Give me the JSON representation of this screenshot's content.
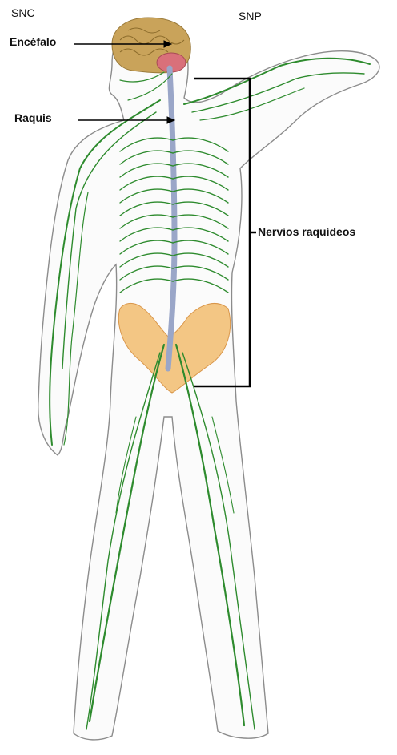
{
  "labels": {
    "snc": "SNC",
    "snp": "SNP",
    "encefalo": "Encéfalo",
    "raquis": "Raquis",
    "nervios": "Nervios raquídeos"
  },
  "colors": {
    "nerve": "#2e8b2e",
    "nerve_light": "#5fae4f",
    "skin_outline": "#777777",
    "spine": "#9aa6c8",
    "brain": "#c9a35a",
    "brainstem": "#d9707a",
    "pelvis": "#f0b45c",
    "annotation": "#000000"
  }
}
